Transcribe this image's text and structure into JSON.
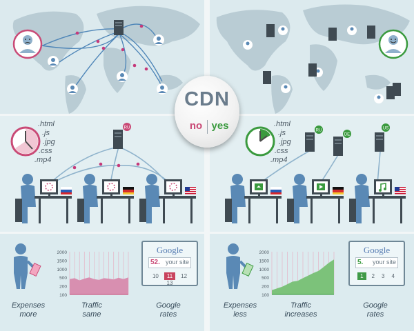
{
  "cdn": {
    "title": "CDN",
    "no": "no",
    "yes": "yes"
  },
  "files": [
    ".html",
    ".js",
    ".jpg",
    ".css",
    ".mp4"
  ],
  "regions": {
    "left_server": "RU",
    "right_servers": [
      "RU",
      "DE",
      "US"
    ]
  },
  "chart_no": {
    "type": "area",
    "y_ticks": [
      "2000",
      "1500",
      "1000",
      "500",
      "200",
      "100"
    ],
    "trend": "flat"
  },
  "chart_yes": {
    "type": "area",
    "y_ticks": [
      "2000",
      "1500",
      "1000",
      "500",
      "200",
      "100"
    ],
    "trend": "increasing"
  },
  "google_no": {
    "logo": "Google",
    "rank": "52.",
    "site": "your site",
    "pages": [
      "10",
      "11",
      "12",
      "13"
    ],
    "selected_index": 1
  },
  "google_yes": {
    "logo": "Google",
    "rank": "5.",
    "site": "your site",
    "pages": [
      "1",
      "2",
      "3",
      "4"
    ],
    "selected_index": 0
  },
  "captions": {
    "no_expenses": [
      "Expenses",
      "more"
    ],
    "no_traffic": [
      "Traffic",
      "same"
    ],
    "no_google": [
      "Google",
      "rates"
    ],
    "yes_expenses": [
      "Expenses",
      "less"
    ],
    "yes_traffic": [
      "Traffic",
      "increases"
    ],
    "yes_google": [
      "Google",
      "rates"
    ]
  },
  "colors": {
    "no": "#c94a76",
    "yes": "#3a9a3e",
    "figure": "#5a89b5",
    "server": "#3f4a52",
    "map": "#b9ccd4"
  }
}
